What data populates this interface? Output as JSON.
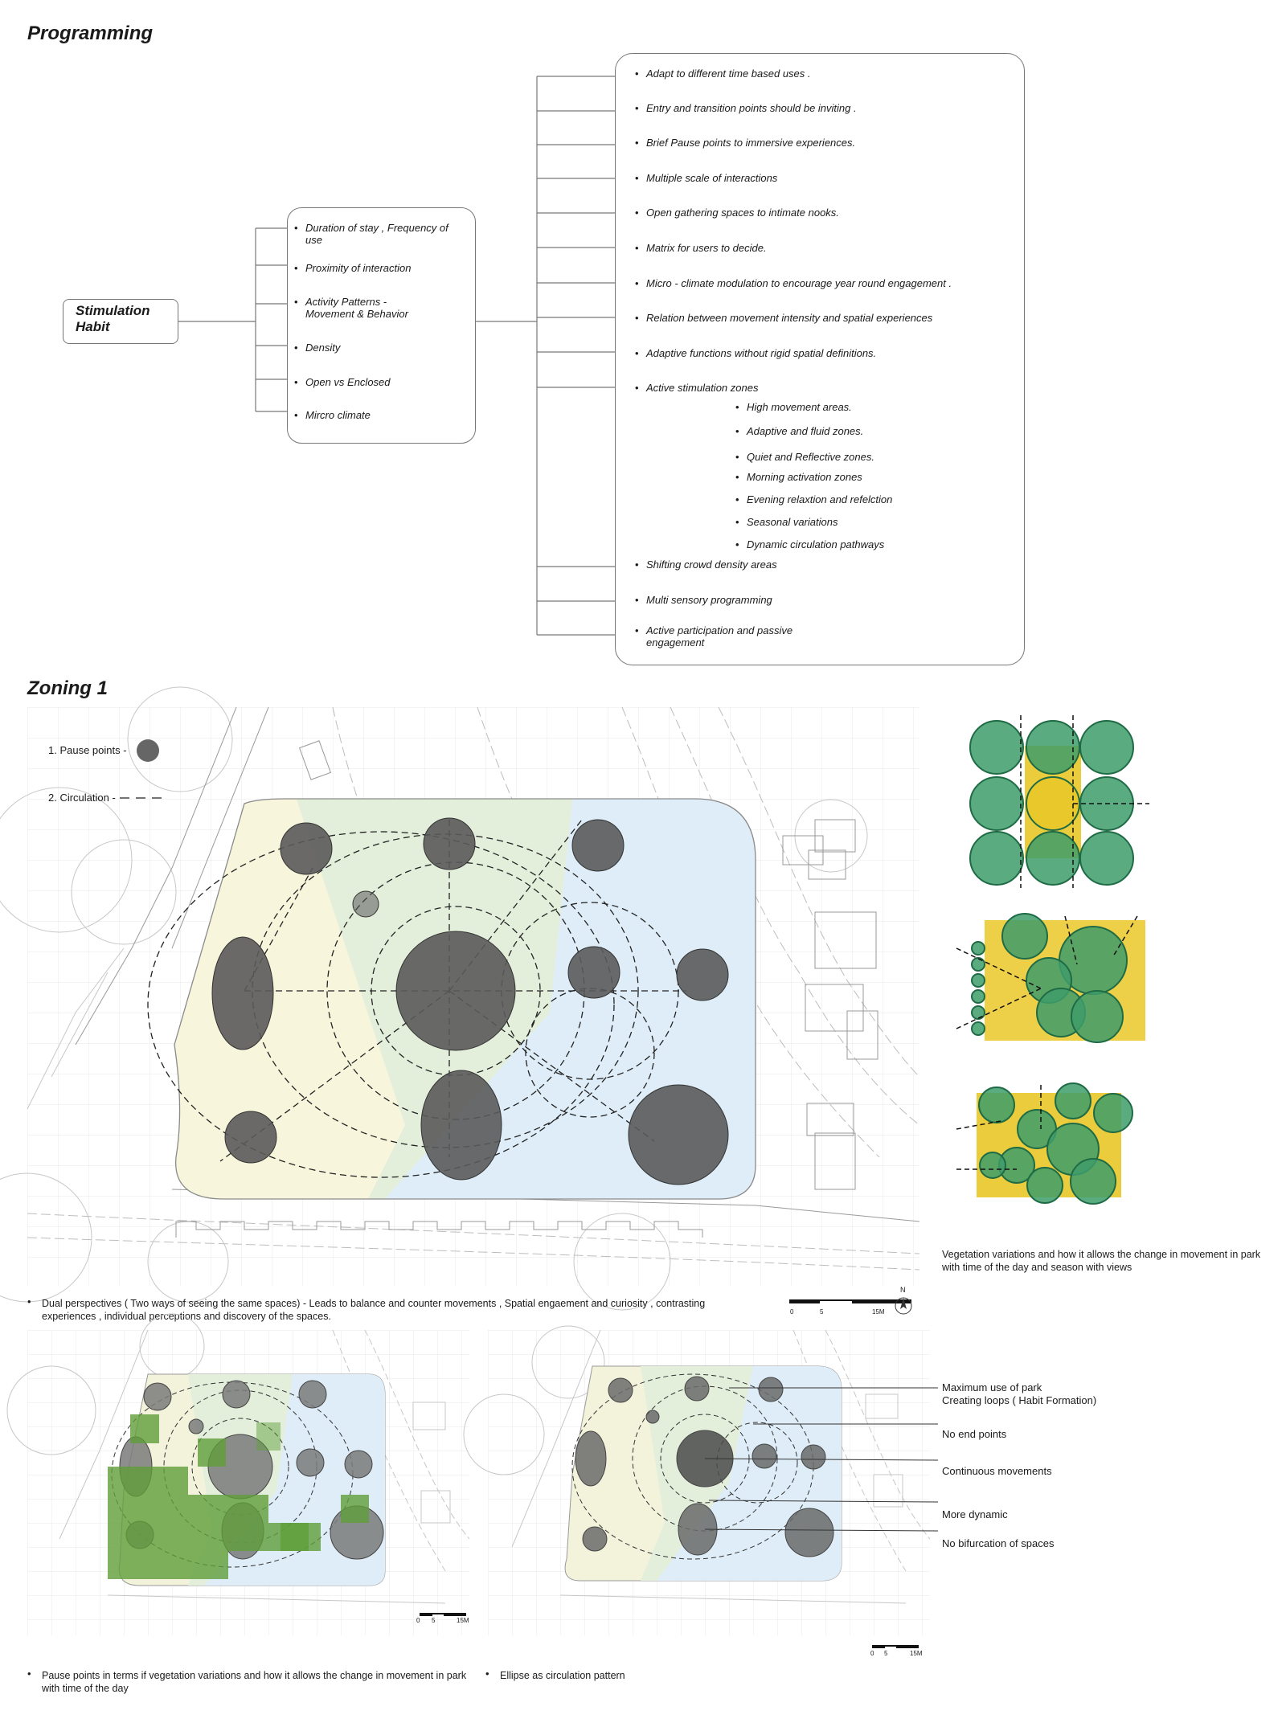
{
  "programming": {
    "title": "Programming",
    "root": "Stimulation\nHabit",
    "middle": [
      "Duration of stay , Frequency of use",
      "Proximity of interaction",
      "Activity Patterns  -\n Movement  & Behavior",
      "Density",
      "Open vs Enclosed",
      "Mircro climate"
    ],
    "right": [
      "Adapt to different time based uses .",
      "Entry and transition points should be inviting .",
      "Brief Pause points to immersive experiences.",
      "Multiple scale of interactions",
      "Open gathering spaces to intimate nooks.",
      "Matrix for users to decide.",
      "Micro - climate modulation to encourage year round engagement .",
      "Relation between movement intensity and spatial experiences",
      "Adaptive functions without rigid spatial definitions.",
      "Active stimulation zones"
    ],
    "zones": [
      "High movement areas.",
      "Adaptive and fluid zones.",
      "Quiet and Reflective zones.",
      "Morning activation zones",
      "Evening relaxtion and refelction",
      "Seasonal variations",
      "Dynamic circulation pathways"
    ],
    "right_tail": [
      "Shifting crowd density areas",
      "Multi sensory programming",
      "Active participation and passive\nengagement"
    ]
  },
  "zoning": {
    "title": "Zoning 1",
    "legend": {
      "pause": "1.  Pause points -",
      "circulation": "2.  Circulation -"
    },
    "scale": {
      "t0": "0",
      "t5": "5",
      "t15": "15M",
      "north": "N"
    },
    "vegetation_note": "Vegetation variations and how it allows the change in movement in park with time of the day and season with views",
    "dual_note": "Dual perspectives ( Two ways of seeing the same spaces) - Leads to balance and counter movements , Spatial engaement and curiosity , contrasting experiences , individual perceptions and discovery of the spaces.",
    "pause_note": "Pause points in terms if vegetation variations and how it allows the change in movement in park with time of the day",
    "ellipse_note": "Ellipse as circulation pattern",
    "annotations": [
      "Maximum use of park\nCreating loops ( Habit Formation)",
      "No end points",
      "Continuous movements",
      "More dynamic",
      "No bifurcation of spaces"
    ]
  },
  "colors": {
    "yellow_zone": "#f7f5dc",
    "green_zone": "#e3eedb",
    "blue_zone": "#deedf7",
    "pause_point": "#5a5a5a",
    "veg_green": "#5f9e3a",
    "sketch_green": "#3e9c6a",
    "sketch_yellow": "#e8c31a"
  }
}
